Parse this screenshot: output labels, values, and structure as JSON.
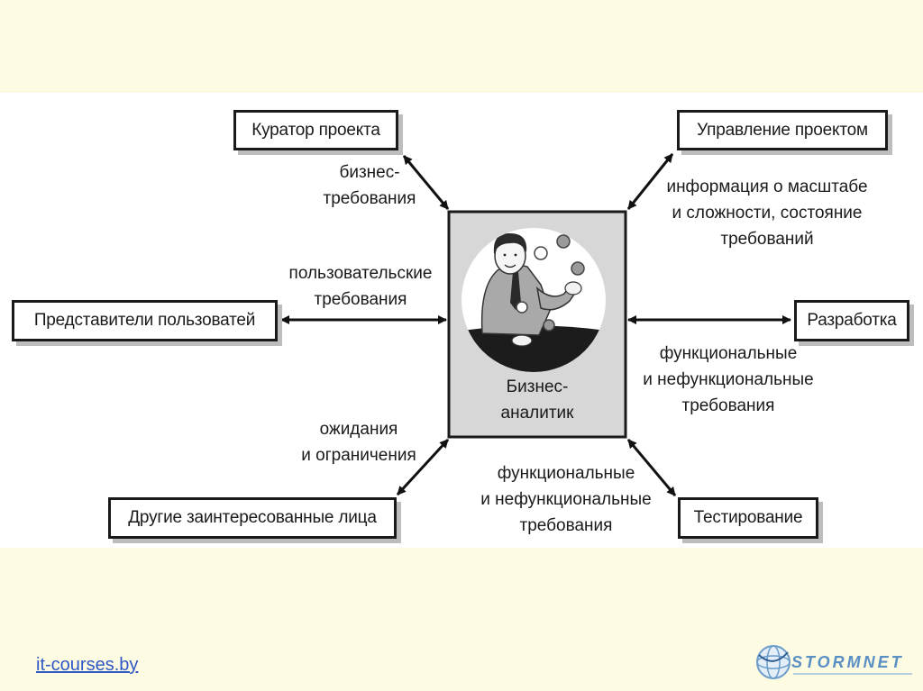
{
  "diagram": {
    "center": {
      "caption_line1": "Бизнес-",
      "caption_line2": "аналитик"
    },
    "nodes": {
      "curator": "Куратор проекта",
      "project_management": "Управление проектом",
      "user_representatives": "Представители пользоватей",
      "development": "Разработка",
      "other_stakeholders": "Другие заинтересованные лица",
      "testing": "Тестирование"
    },
    "edge_labels": {
      "curator": [
        "бизнес-",
        "требования"
      ],
      "project_management": [
        "информация о масштабе",
        "и сложности, состояние",
        "требований"
      ],
      "user_representatives": [
        "пользовательские",
        "требования"
      ],
      "development": [
        "функциональные",
        "и нефункциональные",
        "требования"
      ],
      "other_stakeholders": [
        "ожидания",
        "и ограничения"
      ],
      "testing": [
        "функциональные",
        "и нефункциональные",
        "требования"
      ]
    }
  },
  "footer": {
    "link_text": "it-courses.by",
    "brand_name": "STORMNET"
  },
  "colors": {
    "slide_background": "#fdfbe2",
    "diagram_background": "#ffffff",
    "link": "#2f58c6",
    "brand": "#5a8fc4"
  }
}
